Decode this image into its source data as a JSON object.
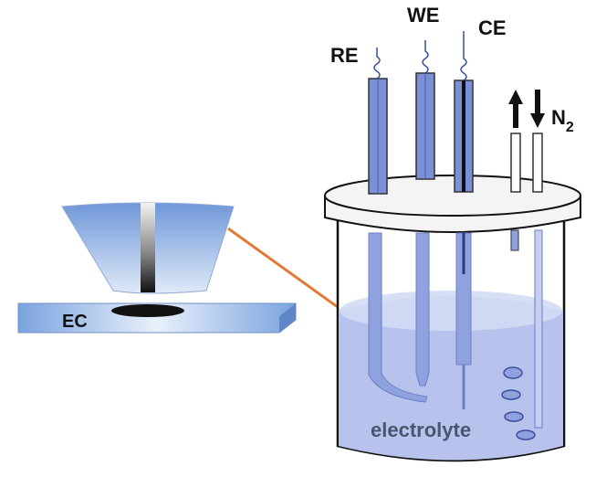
{
  "labels": {
    "reference_electrode": "RE",
    "working_electrode": "WE",
    "counter_electrode": "CE",
    "gas_base": "N",
    "gas_subscript": "2",
    "electrode_substrate": "EC",
    "electrolyte": "electrolyte"
  },
  "colors": {
    "electrode_blue": "#7b8fd6",
    "electrolyte": "#b7c3ec",
    "arrow": "#e07a35",
    "lid": "#f4f4f6"
  }
}
